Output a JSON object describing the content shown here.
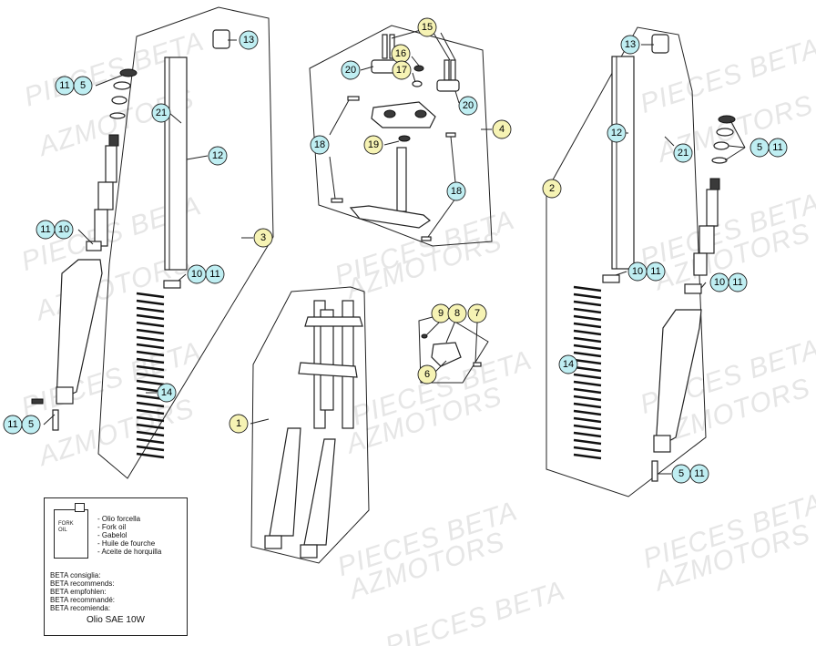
{
  "watermark": {
    "line1": "PIECES BETA",
    "line2": "AZMOTORS"
  },
  "callouts": [
    {
      "id": "c-11-5-a",
      "text": "11",
      "text2": "5",
      "color": "#bfeef2"
    },
    {
      "id": "c-11-10-a",
      "text": "11",
      "text2": "10",
      "color": "#bfeef2"
    },
    {
      "id": "c-11-5-b",
      "text": "11",
      "text2": "5",
      "color": "#bfeef2"
    },
    {
      "id": "c-13-a",
      "text": "13",
      "color": "#bfeef2"
    },
    {
      "id": "c-21-a",
      "text": "21",
      "color": "#bfeef2"
    },
    {
      "id": "c-12-a",
      "text": "12",
      "color": "#bfeef2"
    },
    {
      "id": "c-3",
      "text": "3",
      "color": "#f6f3b4"
    },
    {
      "id": "c-10-11-a",
      "text": "10",
      "text2": "11",
      "color": "#bfeef2"
    },
    {
      "id": "c-14-a",
      "text": "14",
      "color": "#bfeef2"
    },
    {
      "id": "c-15",
      "text": "15",
      "color": "#f6f3b4"
    },
    {
      "id": "c-16",
      "text": "16",
      "color": "#f6f3b4"
    },
    {
      "id": "c-17",
      "text": "17",
      "color": "#f6f3b4"
    },
    {
      "id": "c-20-a",
      "text": "20",
      "color": "#bfeef2"
    },
    {
      "id": "c-20-b",
      "text": "20",
      "color": "#bfeef2"
    },
    {
      "id": "c-4",
      "text": "4",
      "color": "#f6f3b4"
    },
    {
      "id": "c-18-a",
      "text": "18",
      "color": "#bfeef2"
    },
    {
      "id": "c-19",
      "text": "19",
      "color": "#f6f3b4"
    },
    {
      "id": "c-18-b",
      "text": "18",
      "color": "#bfeef2"
    },
    {
      "id": "c-1",
      "text": "1",
      "color": "#f6f3b4"
    },
    {
      "id": "c-9",
      "text": "9",
      "color": "#f6f3b4"
    },
    {
      "id": "c-8",
      "text": "8",
      "color": "#f6f3b4"
    },
    {
      "id": "c-7",
      "text": "7",
      "color": "#f6f3b4"
    },
    {
      "id": "c-6",
      "text": "6",
      "color": "#f6f3b4"
    },
    {
      "id": "c-13-b",
      "text": "13",
      "color": "#bfeef2"
    },
    {
      "id": "c-12-b",
      "text": "12",
      "color": "#bfeef2"
    },
    {
      "id": "c-21-b",
      "text": "21",
      "color": "#bfeef2"
    },
    {
      "id": "c-5-11-a",
      "text": "5",
      "text2": "11",
      "color": "#bfeef2"
    },
    {
      "id": "c-2",
      "text": "2",
      "color": "#f6f3b4"
    },
    {
      "id": "c-10-11-b",
      "text": "10",
      "text2": "11",
      "color": "#bfeef2"
    },
    {
      "id": "c-10-11-c",
      "text": "10",
      "text2": "11",
      "color": "#bfeef2"
    },
    {
      "id": "c-14-b",
      "text": "14",
      "color": "#bfeef2"
    },
    {
      "id": "c-5-11-b",
      "text": "5",
      "text2": "11",
      "color": "#bfeef2"
    }
  ],
  "oil_box": {
    "can_label": [
      "FORK",
      "OIL"
    ],
    "names": [
      "- Olio forcella",
      "- Fork oil",
      "- Gabelol",
      "- Huile de fourche",
      "- Aceite de horquilla"
    ],
    "recommend": [
      "BETA consiglia:",
      "BETA recommends:",
      "BETA empfohlen:",
      "BETA recommandé:",
      "BETA recomienda:"
    ],
    "grade": "Olio SAE 10W"
  }
}
